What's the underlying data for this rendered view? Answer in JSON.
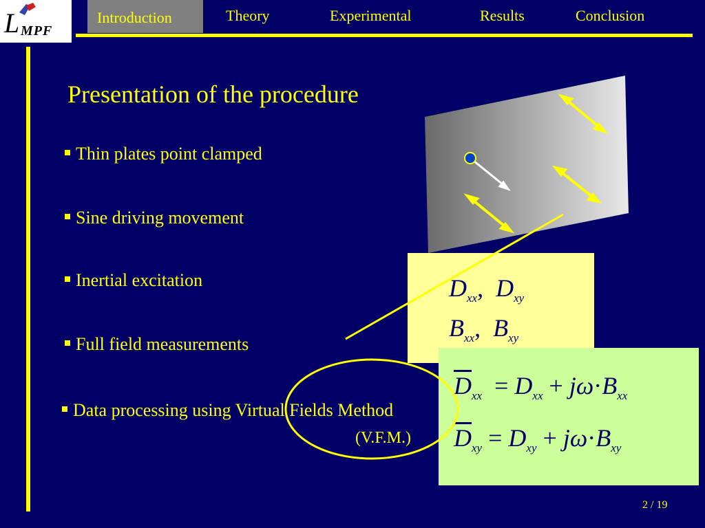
{
  "logo": {
    "text_main": "L",
    "text_sub": "MPF"
  },
  "nav": {
    "items": [
      {
        "label": "Introduction",
        "active": true
      },
      {
        "label": "Theory",
        "active": false
      },
      {
        "label": "Experimental",
        "active": false
      },
      {
        "label": "Results",
        "active": false
      },
      {
        "label": "Conclusion",
        "active": false
      }
    ]
  },
  "slide": {
    "title": "Presentation of the procedure",
    "bullets": [
      "Thin plates point clamped",
      "Sine driving movement",
      "Inertial excitation",
      "Full field measurements",
      "Data processing using Virtual Fields Method"
    ],
    "bullet_suffix": "(V.F.M.)",
    "box1": {
      "line1": [
        "D",
        "xx",
        ",",
        "D",
        "xy"
      ],
      "line2": [
        "B",
        "xx",
        ",",
        "B",
        "xy"
      ]
    },
    "box2": {
      "eq1": {
        "lhs": "D",
        "lhs_sub": "xx",
        "op": "=",
        "term1": "D",
        "term1_sub": "xx",
        "plus": "+",
        "jw": "jω",
        "dot": "·",
        "term2": "B",
        "term2_sub": "xx"
      },
      "eq2": {
        "lhs": "D",
        "lhs_sub": "xy",
        "op": "=",
        "term1": "D",
        "term1_sub": "xy",
        "plus": "+",
        "jw": "jω",
        "dot": "·",
        "term2": "B",
        "term2_sub": "xy"
      }
    },
    "page": "2 / 19"
  },
  "colors": {
    "background": "#000066",
    "accent": "#ffff00",
    "active_tab": "#808080",
    "box1": "#ffff99",
    "box2": "#ccff99"
  }
}
